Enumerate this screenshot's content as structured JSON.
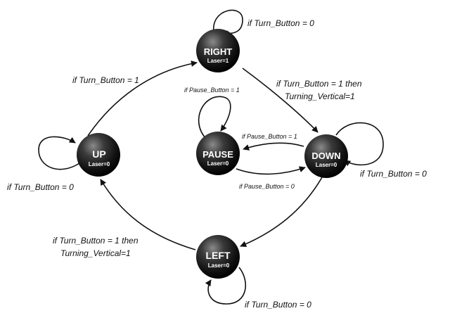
{
  "states": [
    {
      "id": "right",
      "name": "RIGHT",
      "output": "Laser=1"
    },
    {
      "id": "up",
      "name": "UP",
      "output": "Laser=0"
    },
    {
      "id": "pause",
      "name": "PAUSE",
      "output": "Laser=0"
    },
    {
      "id": "down",
      "name": "DOWN",
      "output": "Laser=0"
    },
    {
      "id": "left",
      "name": "LEFT",
      "output": "Laser=0"
    }
  ],
  "transitions": [
    {
      "id": "right_self",
      "from": "RIGHT",
      "to": "RIGHT",
      "label": [
        "if Turn_Button = 0"
      ]
    },
    {
      "id": "up_to_right",
      "from": "UP",
      "to": "RIGHT",
      "label": [
        "if Turn_Button = 1"
      ]
    },
    {
      "id": "right_to_down",
      "from": "RIGHT",
      "to": "DOWN",
      "label": [
        "if Turn_Button = 1 then",
        "Turning_Vertical=1"
      ]
    },
    {
      "id": "pause_self",
      "from": "PAUSE",
      "to": "PAUSE",
      "label": [
        "if Pause_Button = 1"
      ]
    },
    {
      "id": "down_to_pause",
      "from": "DOWN",
      "to": "PAUSE",
      "label": [
        "if Pause_Button = 1"
      ]
    },
    {
      "id": "pause_to_down",
      "from": "PAUSE",
      "to": "DOWN",
      "label": [
        "if Pause_Button = 0"
      ]
    },
    {
      "id": "down_self",
      "from": "DOWN",
      "to": "DOWN",
      "label": [
        "if Turn_Button = 0"
      ]
    },
    {
      "id": "up_self",
      "from": "UP",
      "to": "UP",
      "label": [
        "if Turn_Button = 0"
      ]
    },
    {
      "id": "left_to_up",
      "from": "LEFT",
      "to": "UP",
      "label": [
        "if Turn_Button = 1 then",
        "Turning_Vertical=1"
      ]
    },
    {
      "id": "down_to_left",
      "from": "DOWN",
      "to": "LEFT",
      "label": []
    },
    {
      "id": "left_self",
      "from": "LEFT",
      "to": "LEFT",
      "label": [
        "if Turn_Button = 0"
      ]
    }
  ]
}
